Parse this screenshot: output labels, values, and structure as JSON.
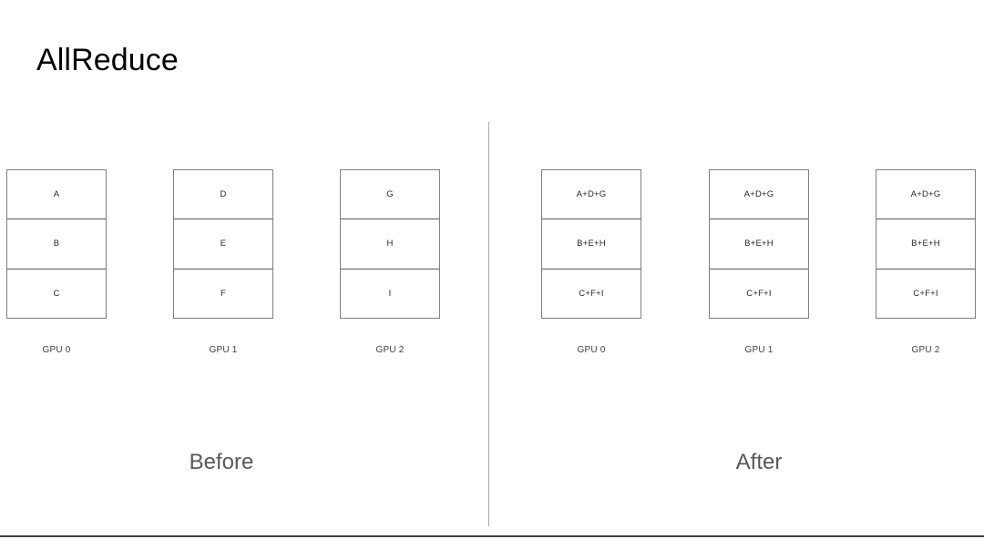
{
  "slide": {
    "title": "AllReduce"
  },
  "before": {
    "caption": "Before",
    "gpus": [
      {
        "label": "GPU 0",
        "cells": [
          "A",
          "B",
          "C"
        ]
      },
      {
        "label": "GPU 1",
        "cells": [
          "D",
          "E",
          "F"
        ]
      },
      {
        "label": "GPU 2",
        "cells": [
          "G",
          "H",
          "I"
        ]
      }
    ]
  },
  "after": {
    "caption": "After",
    "gpus": [
      {
        "label": "GPU 0",
        "cells": [
          "A+D+G",
          "B+E+H",
          "C+F+I"
        ]
      },
      {
        "label": "GPU 1",
        "cells": [
          "A+D+G",
          "B+E+H",
          "C+F+I"
        ]
      },
      {
        "label": "GPU 2",
        "cells": [
          "A+D+G",
          "B+E+H",
          "C+F+I"
        ]
      }
    ]
  },
  "colors": {
    "background": "#ffffff",
    "title_text": "#000000",
    "caption_text": "#595959",
    "box_border": "#808080",
    "cell_divider": "#595959",
    "cell_text": "#262626",
    "gpu_label_text": "#404040",
    "vertical_divider": "#a6a6a6",
    "bottom_rule": "#404040"
  }
}
